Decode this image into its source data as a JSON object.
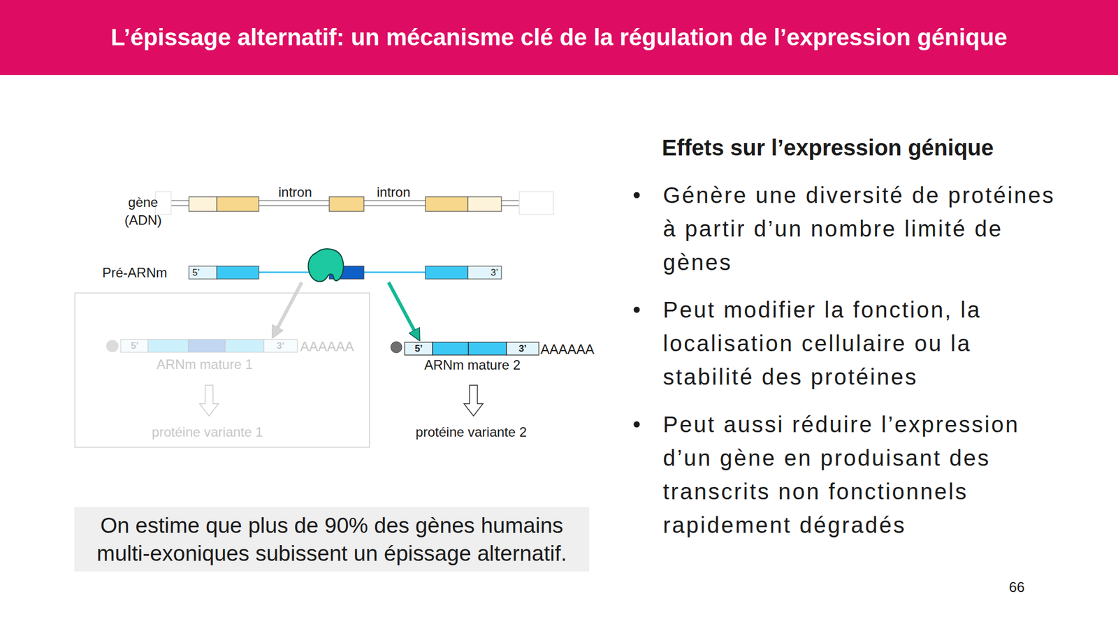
{
  "diagram": {
    "title": "L’épissage alternatif: un mécanisme clé de la régulation de l’expression génique",
    "nodes": [
      {
        "text": [
          "gène (ADN)",
          "intron",
          "intron"
        ]
      },
      {
        "text": [
          "Pré-ARNm",
          "5’",
          "3’"
        ]
      },
      {
        "text": [
          "protéine variante 1"
        ]
      },
      {
        "text": [
          "5’",
          "3’",
          "AAAAAA",
          "ARNm mature 1"
        ],
        "in": 2
      },
      {
        "text": [
          "5’",
          "3’",
          "AAAAAA",
          "ARNm mature 2"
        ]
      },
      {
        "text": [
          "On estime que plus de 90% des gènes humains multi-exoniques subissent un épissage alternatif."
        ]
      }
    ],
    "edges": [
      {
        "from": 1,
        "to": 3,
        "arrow": "to"
      },
      {
        "from": 1,
        "to": 4,
        "arrow": "to"
      }
    ],
    "labels": [
      "protéine variante 2",
      "Effets sur l’expression génique",
      "Génère une diversité de protéines à partir d’un nombre limité de gènes",
      "Peut modifier la fonction, la localisation cellulaire ou la stabilité des protéines",
      "Peut aussi réduire l’expression d’un gène en produisant des transcrits non fonctionnels rapidement dégradés",
      "66"
    ]
  }
}
